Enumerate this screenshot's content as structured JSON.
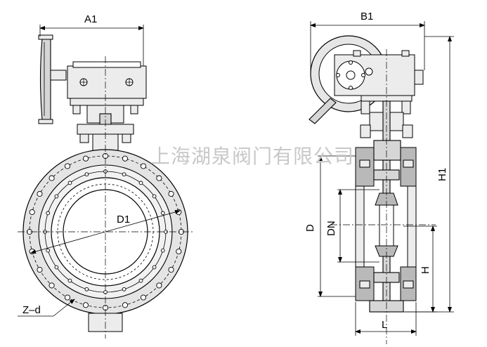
{
  "labels": {
    "a1": "A1",
    "b1": "B1",
    "d1": "D1",
    "zd": "Z–d",
    "d": "D",
    "dn": "DN",
    "h": "H",
    "h1": "H1",
    "l": "L"
  },
  "watermark": "上海湖泉阀门有限公司",
  "colors": {
    "line": "#000000",
    "hatch": "#b9b9b9",
    "body": "#d6d6d6",
    "watermark": "#c8c8c8"
  }
}
